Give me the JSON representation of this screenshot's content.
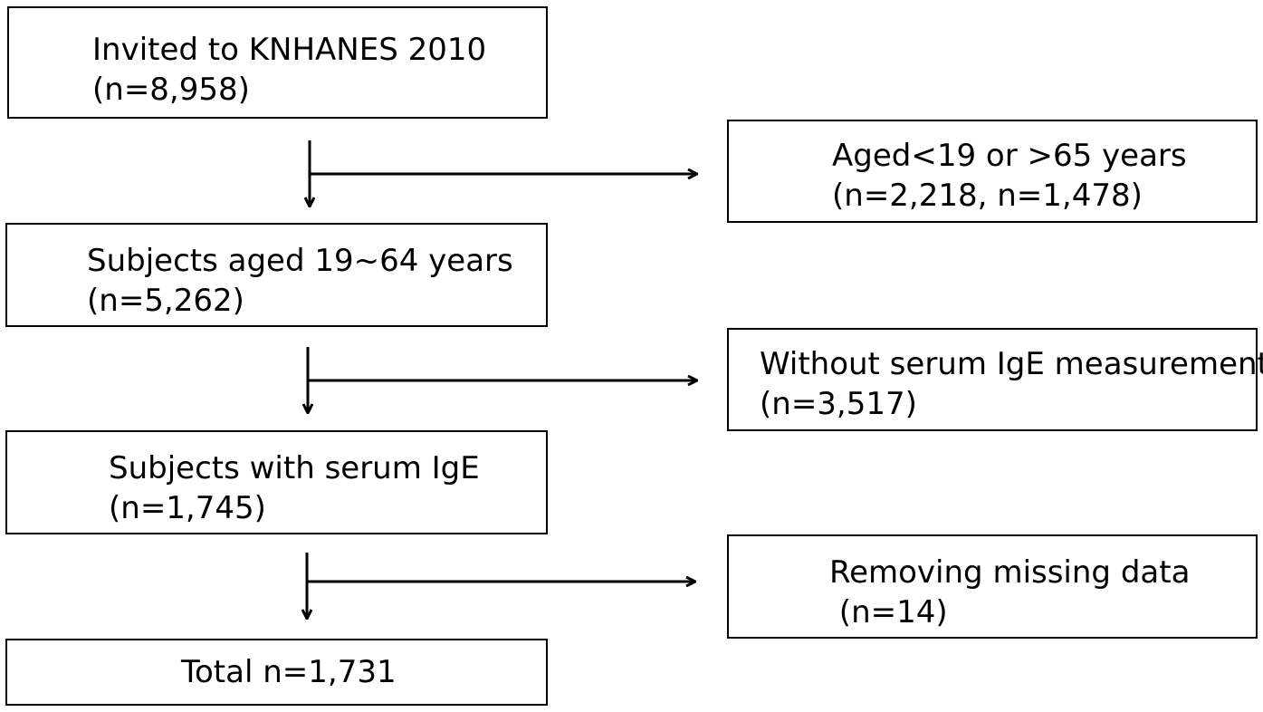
{
  "main_steps": [
    {
      "line1": "Invited to KNHANES 2010",
      "line2": "(n=8,958)"
    },
    {
      "line1": "Subjects aged 19~64 years",
      "line2": "(n=5,262)"
    },
    {
      "line1": "Subjects with serum IgE",
      "line2": "(n=1,745)"
    },
    {
      "line1": "Total n=1,731"
    }
  ],
  "exclusions": [
    {
      "line1": "Aged<19 or >65 years",
      "line2": "(n=2,218, n=1,478)"
    },
    {
      "line1": "Without serum IgE measurement",
      "line2": "(n=3,517)"
    },
    {
      "line1": "Removing missing data",
      "line2": " (n=14)"
    }
  ]
}
